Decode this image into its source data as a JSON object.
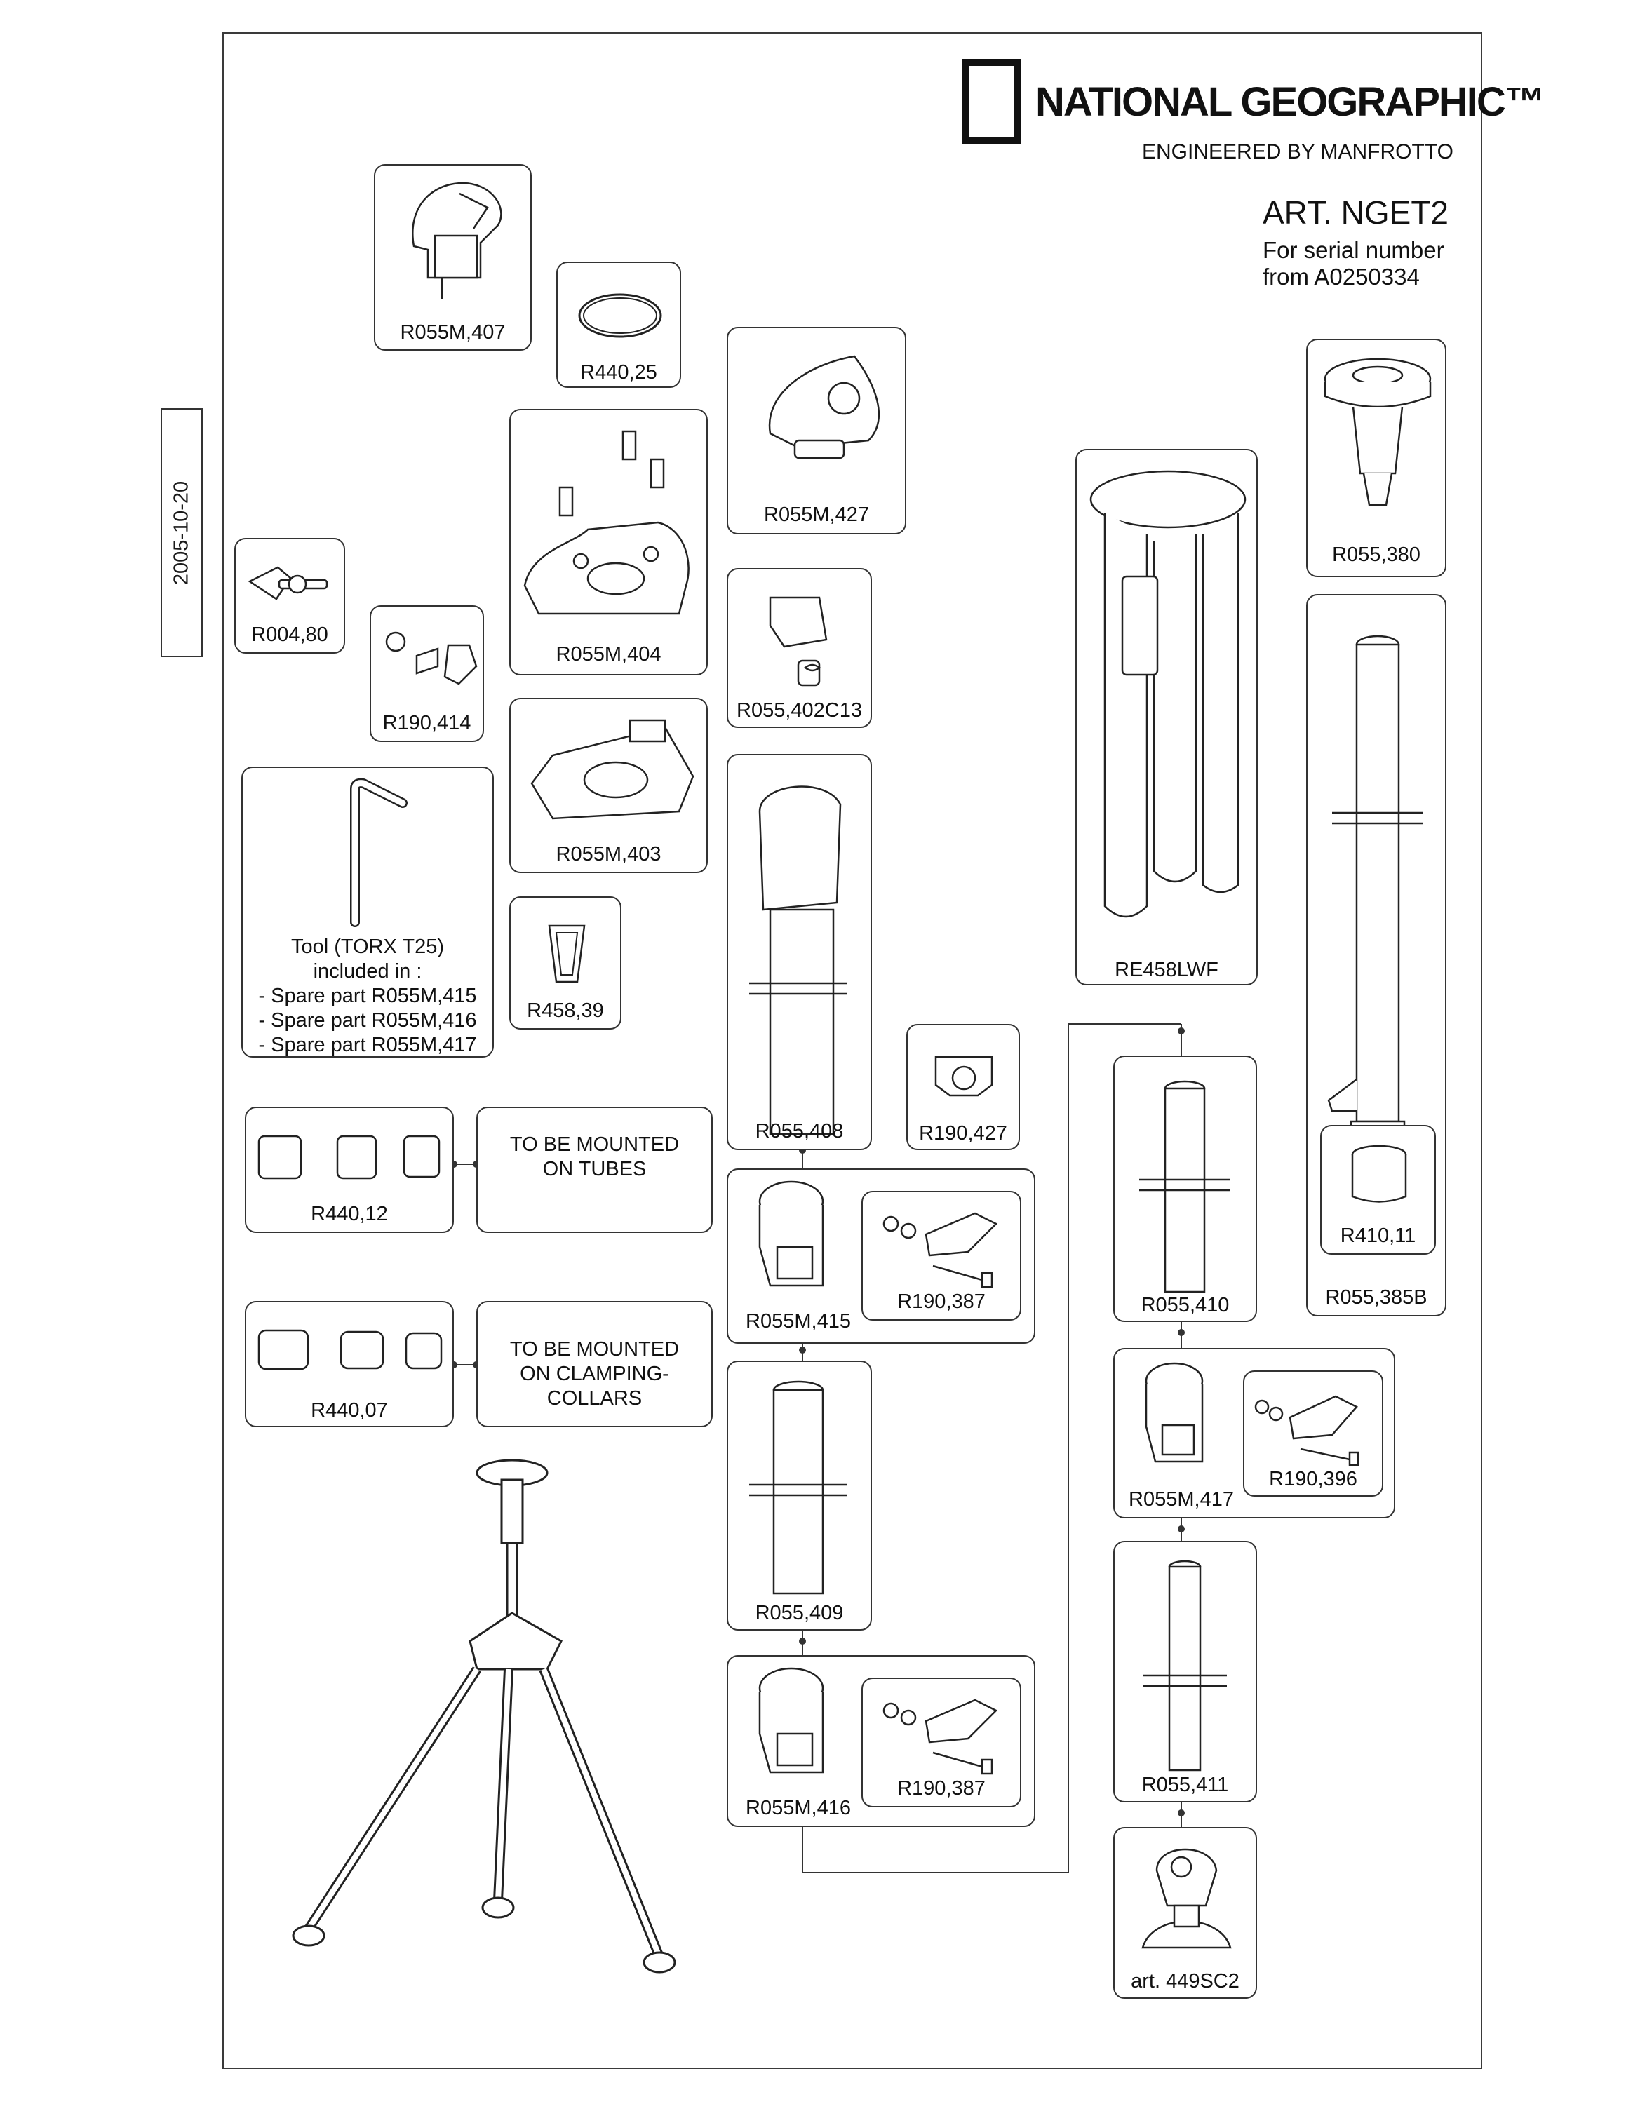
{
  "header": {
    "logo_text": "NATIONAL GEOGRAPHIC™",
    "subtitle": "ENGINEERED BY MANFROTTO",
    "article": "ART. NGET2",
    "serial_line1": "For serial number",
    "serial_line2": "from A0250334",
    "date": "2005-10-20"
  },
  "parts": {
    "r055m407": "R055M,407",
    "r440_25": "R440,25",
    "r055m427": "R055M,427",
    "r055_380": "R055,380",
    "r055m404": "R055M,404",
    "r004_80": "R004,80",
    "r190_414": "R190,414",
    "r055_402c13": "R055,402C13",
    "r055m403": "R055M,403",
    "re458lwf": "RE458LWF",
    "r458_39": "R458,39",
    "r055_408": "R055,408",
    "r190_427": "R190,427",
    "r055_410": "R055,410",
    "r410_11": "R410,11",
    "r055_385b": "R055,385B",
    "r440_12": "R440,12",
    "r055m415": "R055M,415",
    "r190_387_a": "R190,387",
    "r440_07": "R440,07",
    "r055_409": "R055,409",
    "r055m417": "R055M,417",
    "r190_396": "R190,396",
    "r055m416": "R055M,416",
    "r190_387_b": "R190,387",
    "r055_411": "R055,411",
    "art449sc2": "art. 449SC2"
  },
  "notes": {
    "tool_line1": "Tool (TORX T25)",
    "tool_line2": "included in :",
    "tool_line3": "- Spare part R055M,415",
    "tool_line4": "- Spare part R055M,416",
    "tool_line5": "- Spare part R055M,417",
    "tubes_line1": "TO BE MOUNTED",
    "tubes_line2": "ON TUBES",
    "collars_line1": "TO BE MOUNTED",
    "collars_line2": "ON CLAMPING-COLLARS"
  }
}
